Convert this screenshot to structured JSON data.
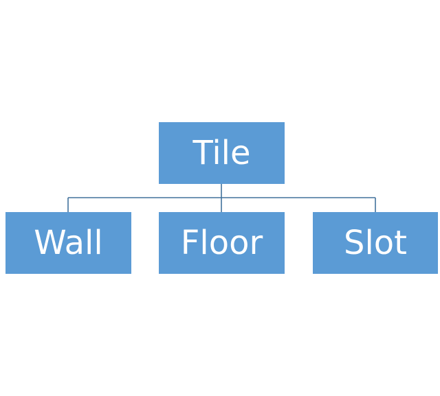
{
  "diagram": {
    "type": "hierarchy",
    "root": {
      "label": "Tile"
    },
    "children": [
      {
        "label": "Wall"
      },
      {
        "label": "Floor"
      },
      {
        "label": "Slot"
      }
    ]
  },
  "colors": {
    "box_fill": "#5b9bd5",
    "box_text": "#ffffff",
    "connector": "#41719c",
    "background": "#ffffff"
  }
}
